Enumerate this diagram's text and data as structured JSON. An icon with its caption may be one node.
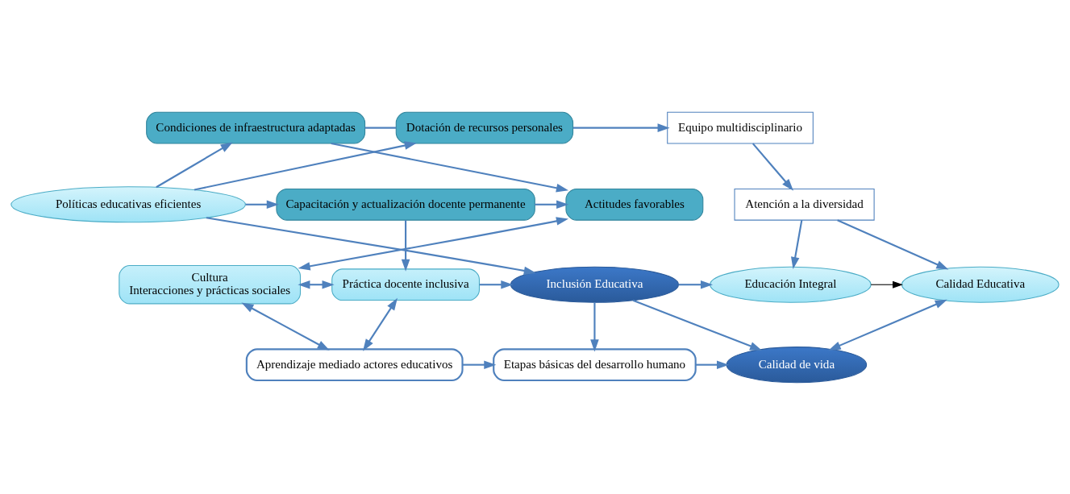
{
  "diagram": {
    "nodes": [
      {
        "text": [
          "Condiciones de infraestructura adaptadas"
        ]
      },
      {
        "text": [
          "Dotación de recursos personales"
        ]
      },
      {
        "text": [
          "Equipo multidisciplinario"
        ]
      },
      {
        "text": [
          "Actitudes favorables"
        ]
      },
      {
        "text": [
          "Capacitación y actualización docente permanente"
        ]
      },
      {
        "text": [
          "Políticas educativas eficientes"
        ]
      },
      {
        "text": [
          "Atención a la diversidad"
        ]
      },
      {
        "text": [
          "Cultura",
          "Interacciones y prácticas sociales"
        ]
      },
      {
        "text": [
          "Práctica docente inclusiva"
        ]
      },
      {
        "text": [
          "Inclusión Educativa"
        ]
      },
      {
        "text": [
          "Educación Integral"
        ]
      },
      {
        "text": [
          "Calidad Educativa"
        ]
      },
      {
        "text": [
          "Aprendizaje mediado actores educativos"
        ]
      },
      {
        "text": [
          "Etapas básicas del desarrollo humano"
        ]
      },
      {
        "text": [
          "Calidad de vida"
        ]
      }
    ],
    "edges": [
      {
        "from": 0,
        "to": 1,
        "arrow": "none"
      },
      {
        "from": 0,
        "to": 3,
        "arrow": "to"
      },
      {
        "from": 4,
        "to": 3,
        "arrow": "to"
      },
      {
        "from": 5,
        "to": 0,
        "arrow": "to"
      },
      {
        "from": 5,
        "to": 1,
        "arrow": "to"
      },
      {
        "from": 5,
        "to": 4,
        "arrow": "to"
      },
      {
        "from": 5,
        "to": 9,
        "arrow": "to"
      },
      {
        "from": 1,
        "to": 2,
        "arrow": "to"
      },
      {
        "from": 2,
        "to": 6,
        "arrow": "to"
      },
      {
        "from": 6,
        "to": 10,
        "arrow": "to"
      },
      {
        "from": 6,
        "to": 11,
        "arrow": "to"
      },
      {
        "from": 3,
        "to": 7,
        "arrow": "both"
      },
      {
        "from": 4,
        "to": 8,
        "arrow": "to"
      },
      {
        "from": 7,
        "to": 8,
        "arrow": "both"
      },
      {
        "from": 8,
        "to": 9,
        "arrow": "to"
      },
      {
        "from": 9,
        "to": 10,
        "arrow": "to"
      },
      {
        "from": 10,
        "to": 11,
        "arrow": "to",
        "color": "#000000"
      },
      {
        "from": 7,
        "to": 12,
        "arrow": "both"
      },
      {
        "from": 8,
        "to": 12,
        "arrow": "both"
      },
      {
        "from": 9,
        "to": 13,
        "arrow": "to"
      },
      {
        "from": 9,
        "to": 14,
        "arrow": "to"
      },
      {
        "from": 12,
        "to": 13,
        "arrow": "to"
      },
      {
        "from": 13,
        "to": 14,
        "arrow": "to"
      },
      {
        "from": 11,
        "to": 14,
        "arrow": "both"
      }
    ]
  }
}
